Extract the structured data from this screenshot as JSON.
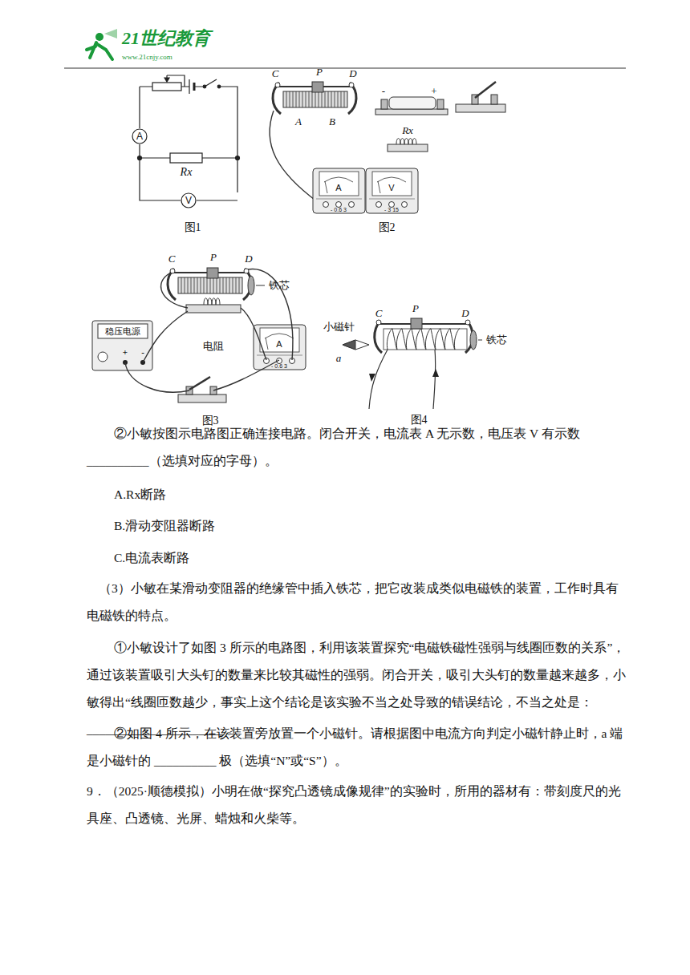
{
  "diagram": {
    "nodes": [
      {
        "text": [
          "A"
        ]
      },
      {
        "text": [
          "V"
        ]
      }
    ],
    "edges": [
      {
        "from": 0,
        "to": 1,
        "arrow": "none"
      }
    ],
    "labels": [
      "21世纪教育",
      "www.21cnjy.com",
      "Rx",
      "图1",
      "C",
      "P",
      "D",
      "A",
      "B",
      "A",
      "- 0.6 3",
      "-",
      "+",
      "Rx",
      "V",
      "- 3 15",
      "图2",
      "C",
      "P",
      "D",
      "铁芯",
      "稳压电源",
      "+",
      "-",
      "电阻",
      "A",
      "- 0.6 3",
      "图3",
      "小磁针",
      "a",
      "C",
      "P",
      "D",
      "铁芯",
      "图4",
      "②小敏按图示电路图正确连接电路。闭合开关，电流表 A 无示数，电压表 V 有示数__________（选填对应的字母）。",
      "A.Rx断路",
      "B.滑动变阻器断路",
      "C.电流表断路",
      "（3）小敏在某滑动变阻器的绝缘管中插入铁芯，把它改装成类似电磁铁的装置，工作时具有电磁铁的特点。",
      "①小敏设计了如图 3 所示的电路图，利用该装置探究“电磁铁磁性强弱与线圈匝数的关系”，通过该装置吸引大头钉的数量来比较其磁性的强弱。闭合开关，吸引大头钉的数量越来越多，小敏得出“线圈匝数越少，事实上这个结论是该实验不当之处导致的错误结论，不当之处是：______________________ 。",
      "②如图 4 所示，在该装置旁放置一个小磁针。请根据图中电流方向判定小磁针静止时，a 端是小磁针的 __________ 极（选填“N”或“S”）。",
      "9．（2025·顺德模拟）小明在做“探究凸透镜成像规律”的实验时，所用的器材有：带刻度尺的光具座、凸透镜、光屏、蜡烛和火柴等。"
    ]
  }
}
